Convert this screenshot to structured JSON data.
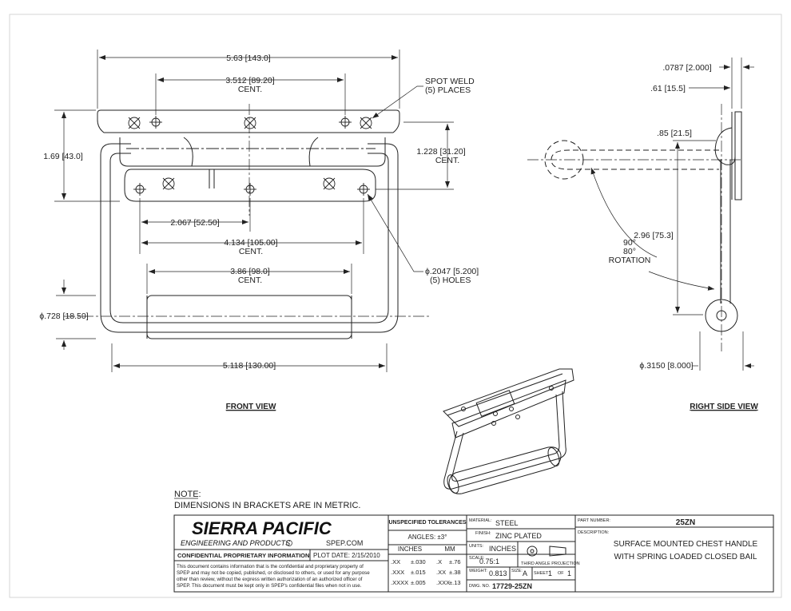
{
  "front_view": {
    "title": "FRONT VIEW",
    "dim_overall": "5.63 [143.0]",
    "dim_weld_cent": "3.512 [89.20]",
    "dim_weld_cent_sub": "CENT.",
    "spot_weld": "SPOT WELD",
    "spot_weld_sub": "(5) PLACES",
    "dim_height": "1.69 [43.0]",
    "dim_hole_row": "1.228 [31.20]",
    "dim_hole_row_sub": "CENT.",
    "dim_2067": "2.067 [52.50]",
    "dim_4134": "4.134 [105.00]",
    "dim_4134_sub": "CENT.",
    "dim_386": "3.86 [98.0]",
    "dim_386_sub": "CENT.",
    "holes": "ϕ.2047 [5.200]",
    "holes_sub": "(5) HOLES",
    "dim_grip": "ϕ.728 [18.50]",
    "dim_bottom": "5.118 [130.00]"
  },
  "side_view": {
    "title": "RIGHT SIDE VIEW",
    "dim_0787": ".0787 [2.000]",
    "dim_61": ".61 [15.5]",
    "dim_85": ".85 [21.5]",
    "dim_296": "2.96 [75.3]",
    "rot_a": "90°",
    "rot_b": "80°",
    "rot_c": "ROTATION",
    "dim_3150": "ϕ.3150 [8.000]"
  },
  "note": {
    "heading": "NOTE:",
    "text": "DIMENSIONS IN BRACKETS ARE IN METRIC."
  },
  "title_block": {
    "company": "SIERRA PACIFIC",
    "company_sub": "ENGINEERING AND PRODUCTS",
    "website": "SPEP.COM",
    "confidential": "CONFIDENTIAL PROPRIETARY INFORMATION",
    "plot_date": "PLOT DATE: 2/15/2010",
    "conf_lines": [
      "This document contains information that is the confidential and proprietary property of",
      "SPEP and may not be copied, published, or disclosed to others, or used for any purpose",
      "other than review, without the express written authorization of an authorized officer of",
      "SPEP. This document must be kept only in SPEP's confidential files when not in use."
    ],
    "tol_header": "UNSPECIFIED TOLERANCES",
    "angles": "ANGLES: ±3°",
    "inches_h": "INCHES",
    "mm_h": "MM",
    "tol_rows": [
      [
        ".XX",
        "±.030",
        ".X",
        "±.76"
      ],
      [
        ".XXX",
        "±.015",
        ".XX",
        "±.38"
      ],
      [
        ".XXXX",
        "±.005",
        ".XXX",
        "±.13"
      ]
    ],
    "material_label": "MATERIAL:",
    "material": "STEEL",
    "finish_label": "FINISH:",
    "finish": "ZINC PLATED",
    "units_label": "UNITS:",
    "units": "INCHES",
    "scale_label": "SCALE:",
    "scale": "0.75:1",
    "projection": "THIRD ANGLE PROJECTION",
    "weight_label": "WEIGHT:",
    "weight": "0.813",
    "size_label": "SIZE:",
    "size": "A",
    "sheet_label": "SHEET",
    "sheet": "1",
    "of_label": "OF",
    "sheets": "1",
    "dwg_label": "DWG. NO.",
    "dwg_no": "17729-25ZN",
    "part_label": "PART NUMBER:",
    "part_no": "25ZN",
    "desc_label": "DESCRIPTION:",
    "desc_1": "SURFACE MOUNTED CHEST HANDLE",
    "desc_2": "WITH SPRING LOADED CLOSED BAIL"
  }
}
